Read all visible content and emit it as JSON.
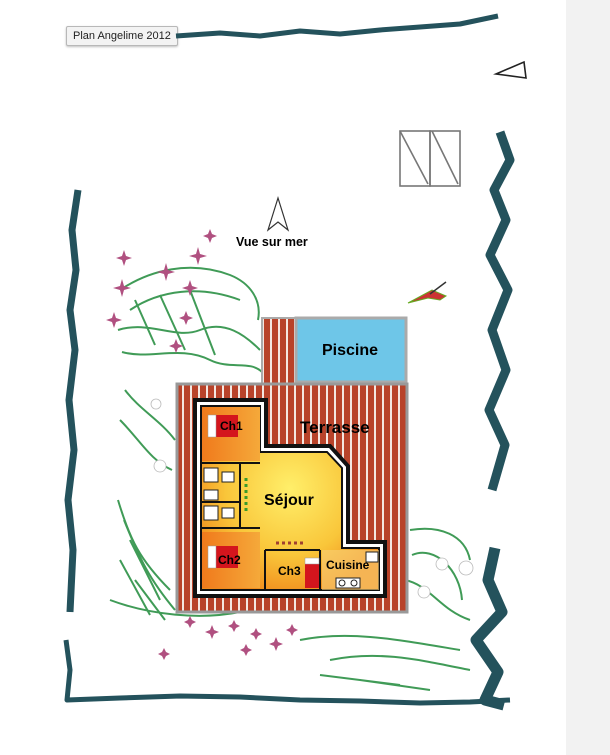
{
  "tag": "Plan Angelime 2012",
  "orientation_label": "Vue sur mer",
  "rooms": {
    "pool": "Piscine",
    "terrace": "Terrasse",
    "living": "Séjour",
    "bedroom1": "Ch1",
    "bedroom2": "Ch2",
    "bedroom3": "Ch3",
    "kitchen": "Cuisine"
  },
  "colors": {
    "wall": "#24525c",
    "pool": "#6ec6e8",
    "deck": "#b8432a",
    "bed": "#d4151d",
    "living_center": "#ffe85a",
    "living_edge": "#f08a1c",
    "vegetation": "#1f8a3a",
    "flowers": "#b05080"
  }
}
